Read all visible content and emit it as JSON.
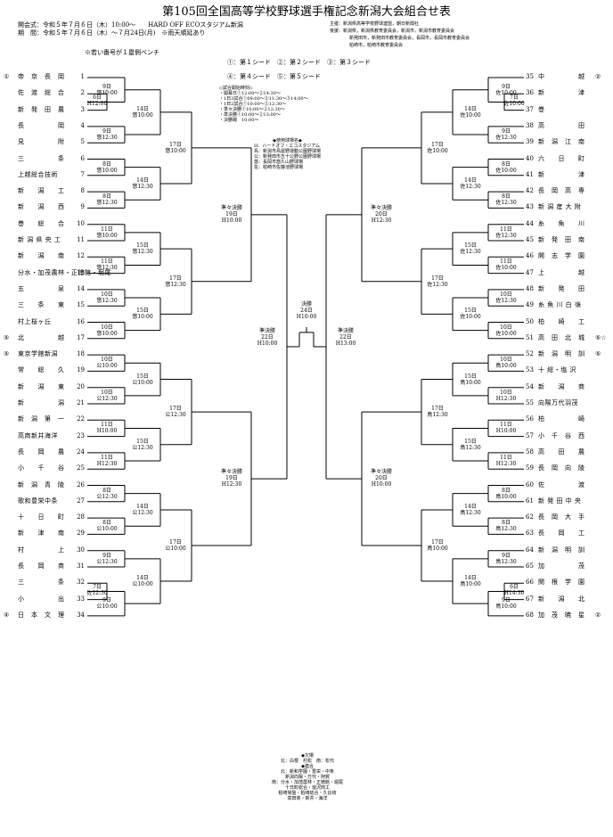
{
  "title": "第105回全国高等学校野球選手権記念新潟大会組合せ表",
  "header": {
    "line1": "開会式：令和５年７月６日（木）10:00～　　HARD OFF ECOスタジアム新潟",
    "line2": "期　間：令和５年７月６日（木）～７月24日(月)　※雨天順延あり",
    "bench_note": "※若い番号が１塁側ベンチ",
    "org1": "主催：新潟県高等学校野球連盟，朝日新聞社",
    "org2": "後援：新潟県，新潟県教育委員会，新潟市，新潟市教育委員会",
    "org3": "新発田市，新発田市教育委員会，長岡市，長岡市教育委員会",
    "org4": "柏崎市，柏崎市教育委員会"
  },
  "seeds": {
    "line1": "①：第１シード　②：第２シード　③：第３シード",
    "line2": "④：第４シード　⑤：第５シード"
  },
  "schedule_note": [
    "◇試合開始時刻◇",
    "・開幕日①12:00～②14:30～",
    "・1日3試合①09:00～②11:30～③14:00～",
    "・1日2試合①10:00～②12:30～",
    "・準々決勝①10:00～②12:30～",
    "・準決勝①10:00～②13:00～",
    "・決勝戦　10:00～"
  ],
  "venues": [
    "◆使用球場名◆",
    "H：ハードオフ・エコスタジアム",
    "鳥：新潟市鳥屋野運動公園野球場",
    "公：新発田市五十公野公園野球場",
    "悠：長岡市悠久山野球場",
    "佐：柏崎市佐藤池野球場"
  ],
  "bottom_note": [
    "◆欠場",
    "北：白根　村松　南：松代",
    "◆連合",
    "北：新和学園・豊栄・中条",
    "新潟向陽・万代・阿賀",
    "南：分水・加茂農林・正徳館・堀尾",
    "十日町総合・塩沢商工",
    "柏崎常盤・柏崎総合・久比岐",
    "高田商・新井・海洋"
  ],
  "left_teams": [
    {
      "n": "1",
      "name": "帝　京　長　岡",
      "mark": "①"
    },
    {
      "n": "2",
      "name": "佐　渡　総　合",
      "mark": ""
    },
    {
      "n": "3",
      "name": "新　発　田　農",
      "mark": ""
    },
    {
      "n": "4",
      "name": "長　　　　　岡",
      "mark": ""
    },
    {
      "n": "5",
      "name": "見　　　　　附",
      "mark": ""
    },
    {
      "n": "6",
      "name": "三　　　　　条",
      "mark": ""
    },
    {
      "n": "7",
      "name": "上越総合技術",
      "mark": ""
    },
    {
      "n": "8",
      "name": "新　　潟　　工",
      "mark": ""
    },
    {
      "n": "9",
      "name": "新　　潟　　西",
      "mark": ""
    },
    {
      "n": "10",
      "name": "巻　　総　　合",
      "mark": ""
    },
    {
      "n": "11",
      "name": "新 潟 県 央 工",
      "mark": ""
    },
    {
      "n": "12",
      "name": "新　　潟　　南",
      "mark": ""
    },
    {
      "n": "13",
      "name": "分水・加茂農林・正徳館・堀尾",
      "mark": ""
    },
    {
      "n": "14",
      "name": "五　　　　　泉",
      "mark": ""
    },
    {
      "n": "15",
      "name": "三　　条　　東",
      "mark": ""
    },
    {
      "n": "16",
      "name": "村上桜ヶ丘",
      "mark": ""
    },
    {
      "n": "17",
      "name": "北　　　　　越",
      "mark": "⑤"
    },
    {
      "n": "18",
      "name": "東京学館新潟",
      "mark": "⑤"
    },
    {
      "n": "19",
      "name": "常　　総　　久",
      "mark": ""
    },
    {
      "n": "20",
      "name": "新　　潟　　東",
      "mark": ""
    },
    {
      "n": "21",
      "name": "新　　　　　潟",
      "mark": ""
    },
    {
      "n": "22",
      "name": "新　潟　第　一",
      "mark": ""
    },
    {
      "n": "23",
      "name": "高商新井海洋",
      "mark": ""
    },
    {
      "n": "24",
      "name": "長　　岡　　農",
      "mark": ""
    },
    {
      "n": "25",
      "name": "小　　千　　谷",
      "mark": ""
    },
    {
      "n": "26",
      "name": "新　潟　青　陵",
      "mark": ""
    },
    {
      "n": "27",
      "name": "歌和豊栄中条",
      "mark": ""
    },
    {
      "n": "28",
      "name": "十　　日　　町",
      "mark": ""
    },
    {
      "n": "29",
      "name": "新　　津　　南",
      "mark": ""
    },
    {
      "n": "30",
      "name": "村　　　　　上",
      "mark": ""
    },
    {
      "n": "31",
      "name": "長　　岡　　商",
      "mark": ""
    },
    {
      "n": "32",
      "name": "三　　　　　条",
      "mark": ""
    },
    {
      "n": "33",
      "name": "小　　　　　出",
      "mark": ""
    },
    {
      "n": "34",
      "name": "日　本　文　理",
      "mark": "④"
    }
  ],
  "right_teams": [
    {
      "n": "35",
      "name": "中　　　　　越",
      "mark": "②"
    },
    {
      "n": "36",
      "name": "新　　　　　津",
      "mark": ""
    },
    {
      "n": "37",
      "name": "巻",
      "mark": ""
    },
    {
      "n": "38",
      "name": "高　　　　　田",
      "mark": ""
    },
    {
      "n": "39",
      "name": "新　潟　江　南",
      "mark": ""
    },
    {
      "n": "40",
      "name": "六　　日　　町",
      "mark": ""
    },
    {
      "n": "41",
      "name": "新　　　　　津",
      "mark": ""
    },
    {
      "n": "42",
      "name": "長　岡　高　専",
      "mark": ""
    },
    {
      "n": "43",
      "name": "新 潟 産 大 附",
      "mark": ""
    },
    {
      "n": "44",
      "name": "糸　　魚　　川",
      "mark": ""
    },
    {
      "n": "45",
      "name": "新　発　田　南",
      "mark": ""
    },
    {
      "n": "46",
      "name": "開　志　学　園",
      "mark": ""
    },
    {
      "n": "47",
      "name": "上　　　　　越",
      "mark": ""
    },
    {
      "n": "48",
      "name": "新　　発　　田",
      "mark": ""
    },
    {
      "n": "49",
      "name": "糸 魚 川 白 嶺",
      "mark": ""
    },
    {
      "n": "50",
      "name": "柏　　崎　　工",
      "mark": ""
    },
    {
      "n": "51",
      "name": "高　田　北　城",
      "mark": "⑤☆"
    },
    {
      "n": "52",
      "name": "新　潟　明　訓",
      "mark": "⑤"
    },
    {
      "n": "53",
      "name": "十 総・塩 沢",
      "mark": ""
    },
    {
      "n": "54",
      "name": "新　　潟　　商",
      "mark": ""
    },
    {
      "n": "55",
      "name": "向陽万代羽茂",
      "mark": ""
    },
    {
      "n": "56",
      "name": "柏　　　　　崎",
      "mark": ""
    },
    {
      "n": "57",
      "name": "小　千　谷　西",
      "mark": ""
    },
    {
      "n": "58",
      "name": "高　　田　　農",
      "mark": ""
    },
    {
      "n": "59",
      "name": "長　岡　向　陵",
      "mark": ""
    },
    {
      "n": "60",
      "name": "佐　　　　　渡",
      "mark": ""
    },
    {
      "n": "61",
      "name": "新 発 田 中 央",
      "mark": ""
    },
    {
      "n": "62",
      "name": "長　岡　大　手",
      "mark": ""
    },
    {
      "n": "63",
      "name": "長　　岡　　工",
      "mark": ""
    },
    {
      "n": "64",
      "name": "新　潟　明　訓",
      "mark": ""
    },
    {
      "n": "65",
      "name": "加　　　　　茂",
      "mark": ""
    },
    {
      "n": "66",
      "name": "関　根　学　園",
      "mark": ""
    },
    {
      "n": "67",
      "name": "新　　潟　　北",
      "mark": ""
    },
    {
      "n": "68",
      "name": "加　茂　暁　星",
      "mark": "②"
    }
  ],
  "matches": {
    "L_r0": {
      "d": "6日",
      "t": "H12:00"
    },
    "L_r0b": {
      "d": "7日",
      "t": "佐12:30"
    },
    "R_r0": {
      "d": "7日",
      "t": "佐10:00"
    },
    "R_r0b": {
      "d": "6日",
      "t": "H14:30"
    },
    "L_r1": [
      {
        "d": "9日",
        "t": "悠10:00"
      },
      {
        "d": "9日",
        "t": "悠12:30"
      },
      {
        "d": "8日",
        "t": "悠10:00"
      },
      {
        "d": "8日",
        "t": "悠12:30"
      },
      {
        "d": "11日",
        "t": "悠10:00"
      },
      {
        "d": "11日",
        "t": "悠12:30"
      },
      {
        "d": "10日",
        "t": "悠12:30"
      },
      {
        "d": "10日",
        "t": "悠10:00"
      },
      {
        "d": "10日",
        "t": "公10:00"
      },
      {
        "d": "10日",
        "t": "公12:30"
      },
      {
        "d": "11日",
        "t": "H10:00"
      },
      {
        "d": "11日",
        "t": "H12:30"
      },
      {
        "d": "8日",
        "t": "公12:30"
      },
      {
        "d": "8日",
        "t": "公10:00"
      },
      {
        "d": "9日",
        "t": "公12:30"
      },
      {
        "d": "9日",
        "t": "公10:00"
      }
    ],
    "R_r1": [
      {
        "d": "9日",
        "t": "佐10:00"
      },
      {
        "d": "9日",
        "t": "佐12:30"
      },
      {
        "d": "8日",
        "t": "佐10:00"
      },
      {
        "d": "8日",
        "t": "佐12:30"
      },
      {
        "d": "11日",
        "t": "佐12:30"
      },
      {
        "d": "11日",
        "t": "佐10:00"
      },
      {
        "d": "10日",
        "t": "佐12:30"
      },
      {
        "d": "10日",
        "t": "佐10:00"
      },
      {
        "d": "10日",
        "t": "鳥10:00"
      },
      {
        "d": "10日",
        "t": "H12:30"
      },
      {
        "d": "11日",
        "t": "H10:00"
      },
      {
        "d": "11日",
        "t": "H12:30"
      },
      {
        "d": "8日",
        "t": "鳥10:00"
      },
      {
        "d": "8日",
        "t": "鳥12:30"
      },
      {
        "d": "9日",
        "t": "鳥12:30"
      },
      {
        "d": "9日",
        "t": "鳥10:00"
      }
    ],
    "L_r2": [
      {
        "d": "14日",
        "t": "悠10:00"
      },
      {
        "d": "14日",
        "t": "悠12:30"
      },
      {
        "d": "15日",
        "t": "悠12:30"
      },
      {
        "d": "15日",
        "t": "悠10:00"
      },
      {
        "d": "15日",
        "t": "公10:00"
      },
      {
        "d": "15日",
        "t": "公12:30"
      },
      {
        "d": "14日",
        "t": "公12:30"
      },
      {
        "d": "14日",
        "t": "公10:00"
      }
    ],
    "R_r2": [
      {
        "d": "14日",
        "t": "佐10:00"
      },
      {
        "d": "14日",
        "t": "佐12:30"
      },
      {
        "d": "15日",
        "t": "佐12:30"
      },
      {
        "d": "15日",
        "t": "佐10:00"
      },
      {
        "d": "15日",
        "t": "鳥10:00"
      },
      {
        "d": "15日",
        "t": "鳥12:30"
      },
      {
        "d": "14日",
        "t": "鳥12:30"
      },
      {
        "d": "14日",
        "t": "鳥10:00"
      }
    ],
    "L_r3": [
      {
        "d": "17日",
        "t": "悠10:00"
      },
      {
        "d": "17日",
        "t": "悠12:30"
      },
      {
        "d": "17日",
        "t": "公12:30"
      },
      {
        "d": "17日",
        "t": "公10:00"
      }
    ],
    "R_r3": [
      {
        "d": "17日",
        "t": "佐10:00"
      },
      {
        "d": "17日",
        "t": "佐12:30"
      },
      {
        "d": "17日",
        "t": "鳥12:30"
      },
      {
        "d": "17日",
        "t": "鳥10:00"
      }
    ],
    "L_qf": [
      {
        "r": "準々決勝",
        "d": "19日",
        "t": "H10:00"
      },
      {
        "r": "準々決勝",
        "d": "19日",
        "t": "H12:30"
      }
    ],
    "R_qf": [
      {
        "r": "準々決勝",
        "d": "20日",
        "t": "H12:30"
      },
      {
        "r": "準々決勝",
        "d": "20日",
        "t": "H10:00"
      }
    ],
    "L_sf": {
      "r": "準決勝",
      "d": "22日",
      "t": "H10:00"
    },
    "R_sf": {
      "r": "準決勝",
      "d": "22日",
      "t": "H13:00"
    },
    "final": {
      "r": "決勝",
      "d": "24日",
      "t": "H10:00"
    }
  }
}
